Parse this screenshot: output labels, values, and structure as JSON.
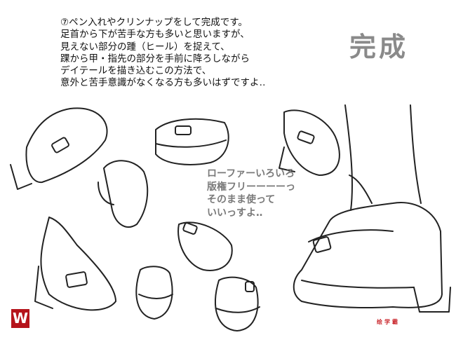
{
  "instructions": [
    "⑦ペン入れやクリンナップをして完成です。",
    "足首から下が苦手な方も多いと思いますが、",
    "見えない部分の踵（ヒール）を捉えて、",
    "踝から甲・指先の部分を手前に降ろしながら",
    "デイテールを描き込むこの方法で、",
    "意外と苦手意識がなくなる方も多いはずですよ‥"
  ],
  "title": "完成",
  "note": [
    "ローファーいろいろ",
    "版権フリーーーーっ",
    "そのまま使って",
    "いいっすよ‥"
  ],
  "logo": "W",
  "watermark": "绘学霸"
}
